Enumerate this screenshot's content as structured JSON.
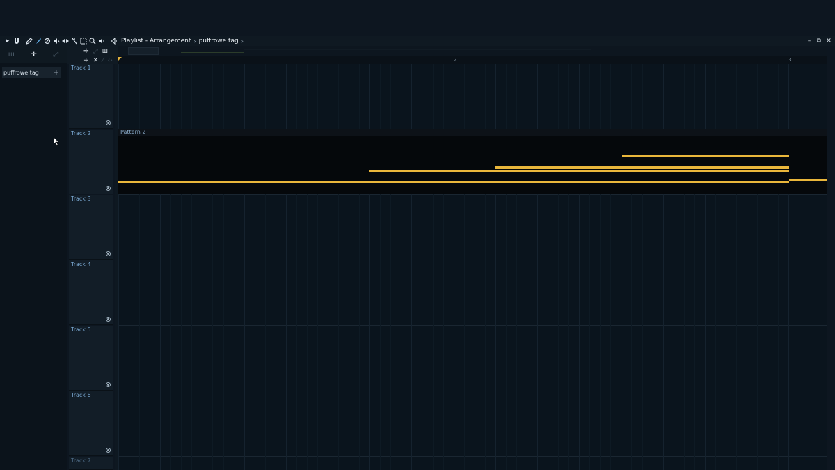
{
  "toolbar": {
    "icons": [
      "arrow-right-icon",
      "magnet-icon",
      "pencil-icon",
      "brush-icon",
      "delete-icon",
      "mute-icon",
      "slip-icon",
      "slice-icon",
      "select-icon",
      "zoom-icon",
      "speaker-icon"
    ],
    "breadcrumb": {
      "window": "Playlist - Arrangement",
      "separator": "›",
      "arrangement": "puffrowe tag",
      "trailing": "›"
    },
    "window_controls": [
      "–",
      "⧉",
      "✕"
    ]
  },
  "browser": {
    "tabs": [
      "piano-roll-icon",
      "audio-icon",
      "automation-icon"
    ],
    "pattern": {
      "label": "puffrowe tag",
      "add": "+"
    }
  },
  "controls": {
    "row1": [
      "✛",
      "⤢",
      "ш"
    ],
    "row2": [
      "+",
      "✕",
      "⁄",
      "‹›"
    ]
  },
  "ruler": {
    "bar2": "2",
    "bar3": "3"
  },
  "tracks": [
    {
      "name": "Track 1"
    },
    {
      "name": "Track 2"
    },
    {
      "name": "Track 3"
    },
    {
      "name": "Track 4"
    },
    {
      "name": "Track 5"
    },
    {
      "name": "Track 6"
    },
    {
      "name": "Track 7"
    }
  ],
  "clip": {
    "label": "Pattern 2",
    "notes": [
      {
        "start": 0.711,
        "end": 0.947
      },
      {
        "start": 0.532,
        "end": 0.947
      },
      {
        "start": 0.355,
        "end": 0.947
      },
      {
        "start": 0.0,
        "end": 0.947
      },
      {
        "start": 0.947,
        "end": 1.0
      }
    ]
  },
  "colors": {
    "note": "#e9b63b",
    "track_label": "#78a6cf",
    "background": "#0a141d"
  }
}
